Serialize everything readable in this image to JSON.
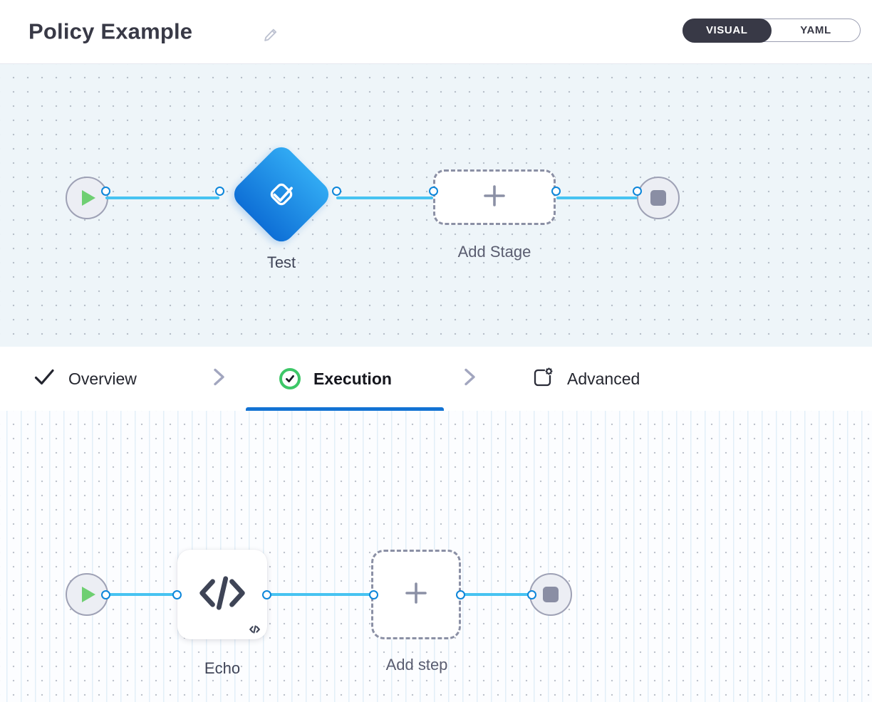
{
  "header": {
    "title": "Policy Example",
    "view_toggle": {
      "options": [
        {
          "label": "VISUAL",
          "selected": true
        },
        {
          "label": "YAML",
          "selected": false
        }
      ]
    }
  },
  "stage_canvas": {
    "start_node": "start",
    "end_node": "stop",
    "stage": {
      "label": "Test",
      "type": "approval-stage",
      "icon": "approval-check-icon"
    },
    "add_placeholder": {
      "label": "Add Stage",
      "icon": "plus-icon"
    }
  },
  "tabs": {
    "items": [
      {
        "label": "Overview",
        "icon": "check-icon",
        "state": "complete"
      },
      {
        "label": "Execution",
        "icon": "check-circle-icon",
        "state": "active"
      },
      {
        "label": "Advanced",
        "icon": "advanced-settings-icon",
        "state": "default"
      }
    ]
  },
  "step_canvas": {
    "start_node": "start",
    "end_node": "stop",
    "step": {
      "label": "Echo",
      "type": "shell-script-step",
      "icon": "code-icon"
    },
    "add_placeholder": {
      "label": "Add step",
      "icon": "plus-icon"
    }
  },
  "colors": {
    "dark": "#383946",
    "edge_blue": "#47c3f1",
    "port_blue": "#0c86da",
    "underline_blue": "#1373d3",
    "diamond_gradient_from": "#31aaf3",
    "diamond_gradient_to": "#0e6fd6",
    "play_green": "#6fcf72",
    "success_green": "#3dc767",
    "stage_canvas_bg": "#eef5f9",
    "step_canvas_bg": "#fcfdff"
  }
}
